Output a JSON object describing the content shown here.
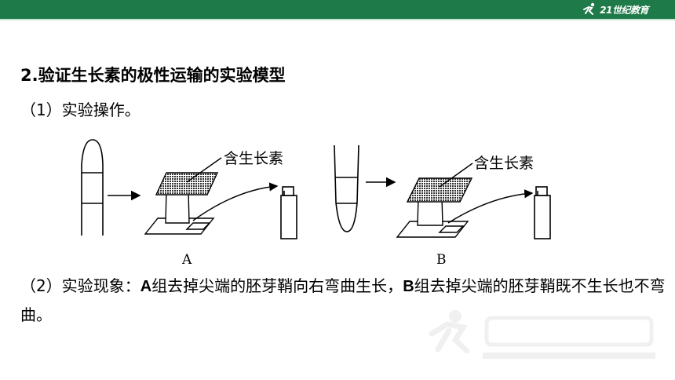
{
  "header": {
    "bar_color": "#1f7a4a",
    "logo_text": "21世纪教育",
    "logo_icon": "runner-icon"
  },
  "title": "2.验证生长素的极性运输的实验模型",
  "step1": "（1）实验操作。",
  "figure": {
    "label_auxin_a": "含生长素",
    "label_auxin_b": "含生长素",
    "label_a": "A",
    "label_b": "B"
  },
  "step2": {
    "prefix": "（2）实验现象：",
    "a_group": "A",
    "a_text": "组去掉尖端的胚芽鞘向右弯曲生长，",
    "b_group": "B",
    "b_text": "组去掉尖端的胚芽鞘既不生长也不弯曲。"
  },
  "watermark_icon": "21-century-education-watermark"
}
